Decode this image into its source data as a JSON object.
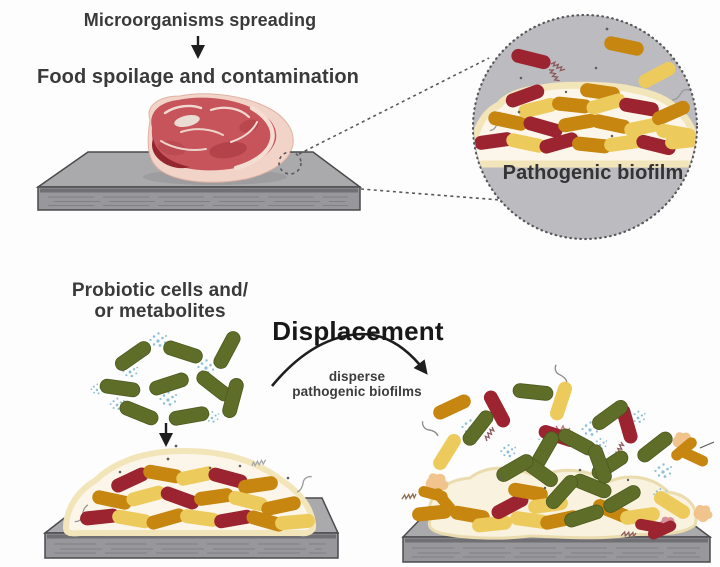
{
  "diagram": {
    "top_flow": {
      "step1": "Microorganisms spreading",
      "step2": "Food spoilage and contamination"
    },
    "magnifier": {
      "label": "Pathogenic biofilm"
    },
    "bottom_flow": {
      "input_line1": "Probiotic cells and/",
      "input_line2": "or metabolites",
      "mechanism_title": "Displacement",
      "mechanism_note_line1": "disperse",
      "mechanism_note_line2": "pathogenic biofilms"
    }
  },
  "colors": {
    "pathogen_red": "#9b2430",
    "pathogen_amber": "#c6860f",
    "pathogen_yellow": "#edca5c",
    "probiotic_green": "#5e6d28",
    "metabolite_teal": "#8ebfd3",
    "biofilm_cream": "#fbf6e9",
    "biofilm_glow": "#f3e5ba",
    "surface_gray": "#aaa9ac",
    "magnifier_gray": "#bcbbbf",
    "text_dark": "#3a3a3a"
  },
  "icons": {
    "down_arrow": "arrow-down",
    "displacement_arrow": "curved-arrow-right",
    "magnifier": "dashed-zoom-circle"
  }
}
